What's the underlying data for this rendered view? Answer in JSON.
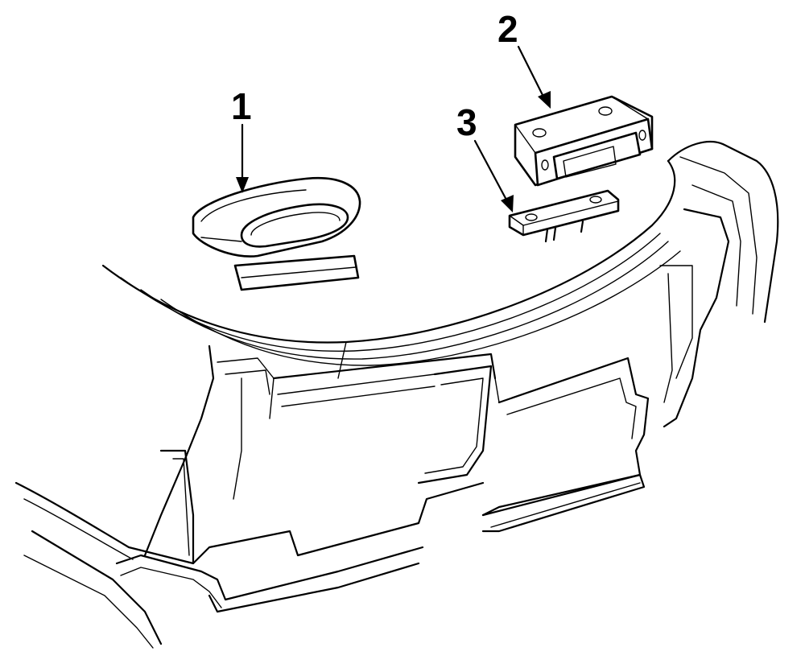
{
  "diagram": {
    "callouts": [
      {
        "label": "1",
        "part": "high-mount-stop-lamp-cover"
      },
      {
        "label": "2",
        "part": "high-mount-stop-lamp-housing"
      },
      {
        "label": "3",
        "part": "mounting-bracket"
      }
    ]
  },
  "colors": {
    "line": "#000000",
    "background": "#ffffff"
  }
}
